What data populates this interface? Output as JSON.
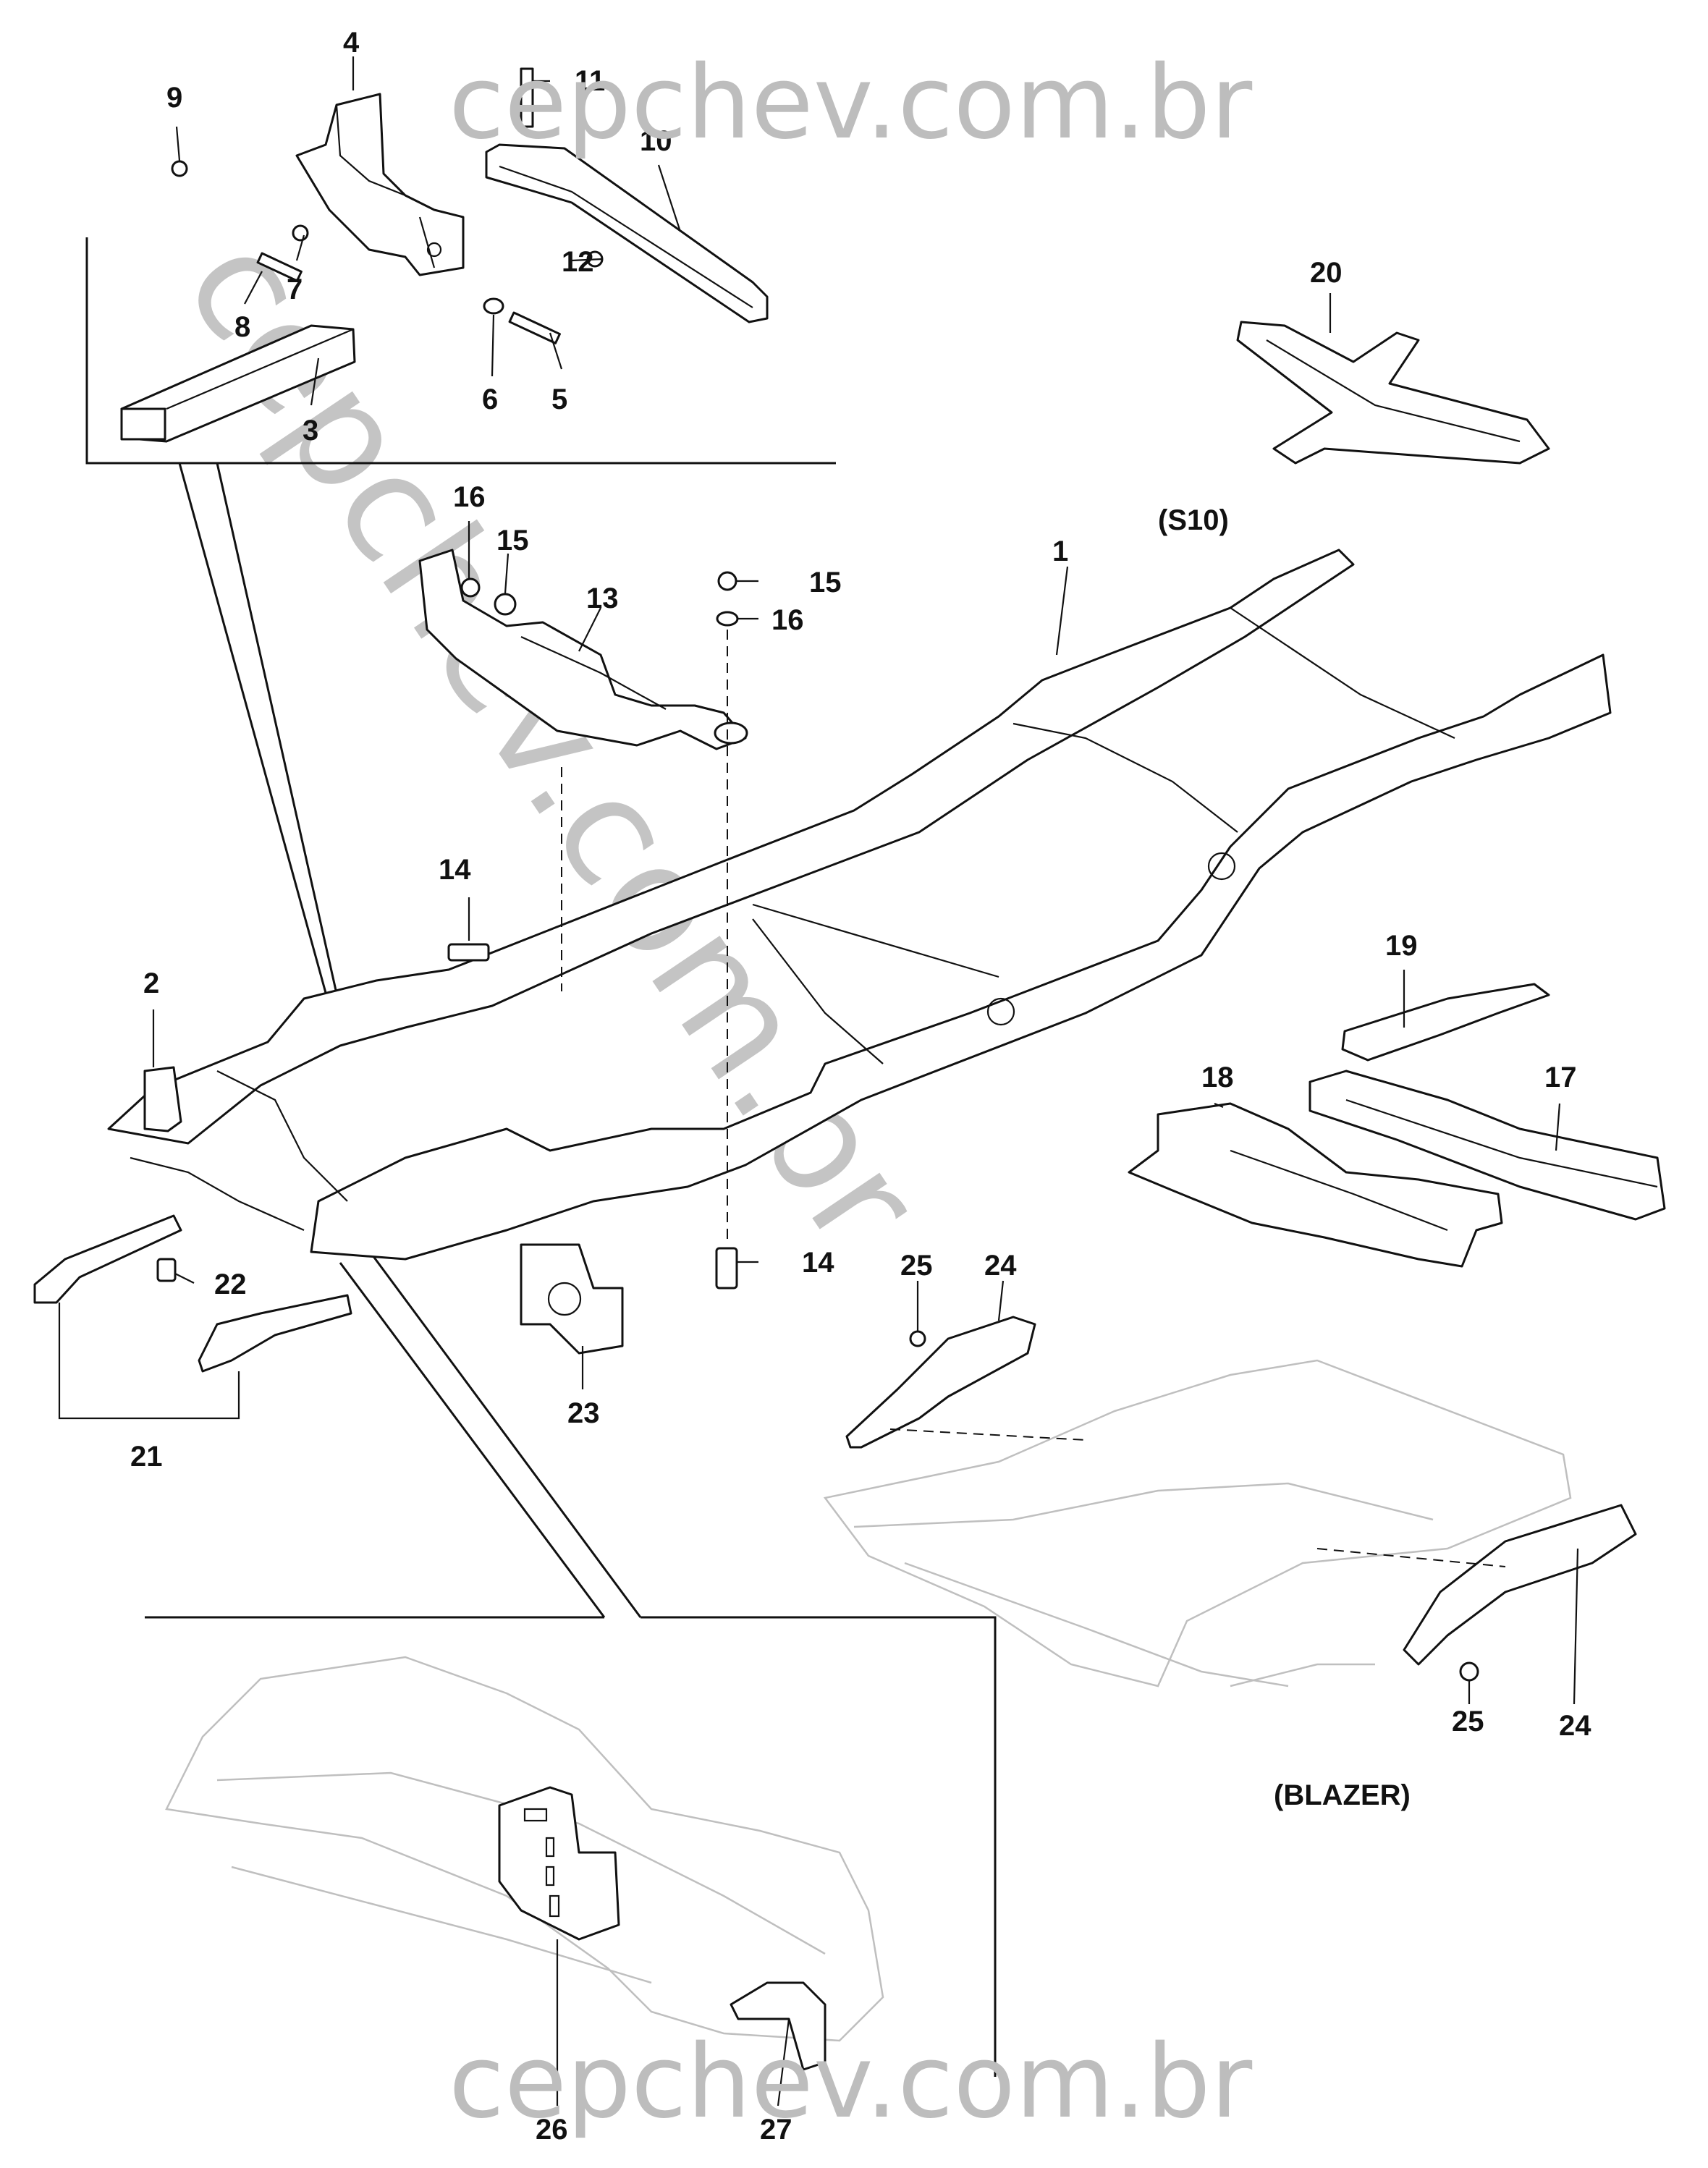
{
  "watermark": {
    "text": "cepchev.com.br"
  },
  "variants": {
    "s10": "(S10)",
    "blazer": "(BLAZER)"
  },
  "callouts": {
    "c1": "1",
    "c2": "2",
    "c3": "3",
    "c4": "4",
    "c5": "5",
    "c6": "6",
    "c7": "7",
    "c8": "8",
    "c9": "9",
    "c10": "10",
    "c11": "11",
    "c12": "12",
    "c13": "13",
    "c14a": "14",
    "c14b": "14",
    "c15a": "15",
    "c15b": "15",
    "c16a": "16",
    "c16b": "16",
    "c17": "17",
    "c18": "18",
    "c19": "19",
    "c20": "20",
    "c21": "21",
    "c22": "22",
    "c23": "23",
    "c24a": "24",
    "c24b": "24",
    "c25a": "25",
    "c25b": "25",
    "c26": "26",
    "c27": "27"
  },
  "colors": {
    "ink": "#111111",
    "ghost": "#bfbfbf",
    "watermark": "#bdbdbd"
  }
}
